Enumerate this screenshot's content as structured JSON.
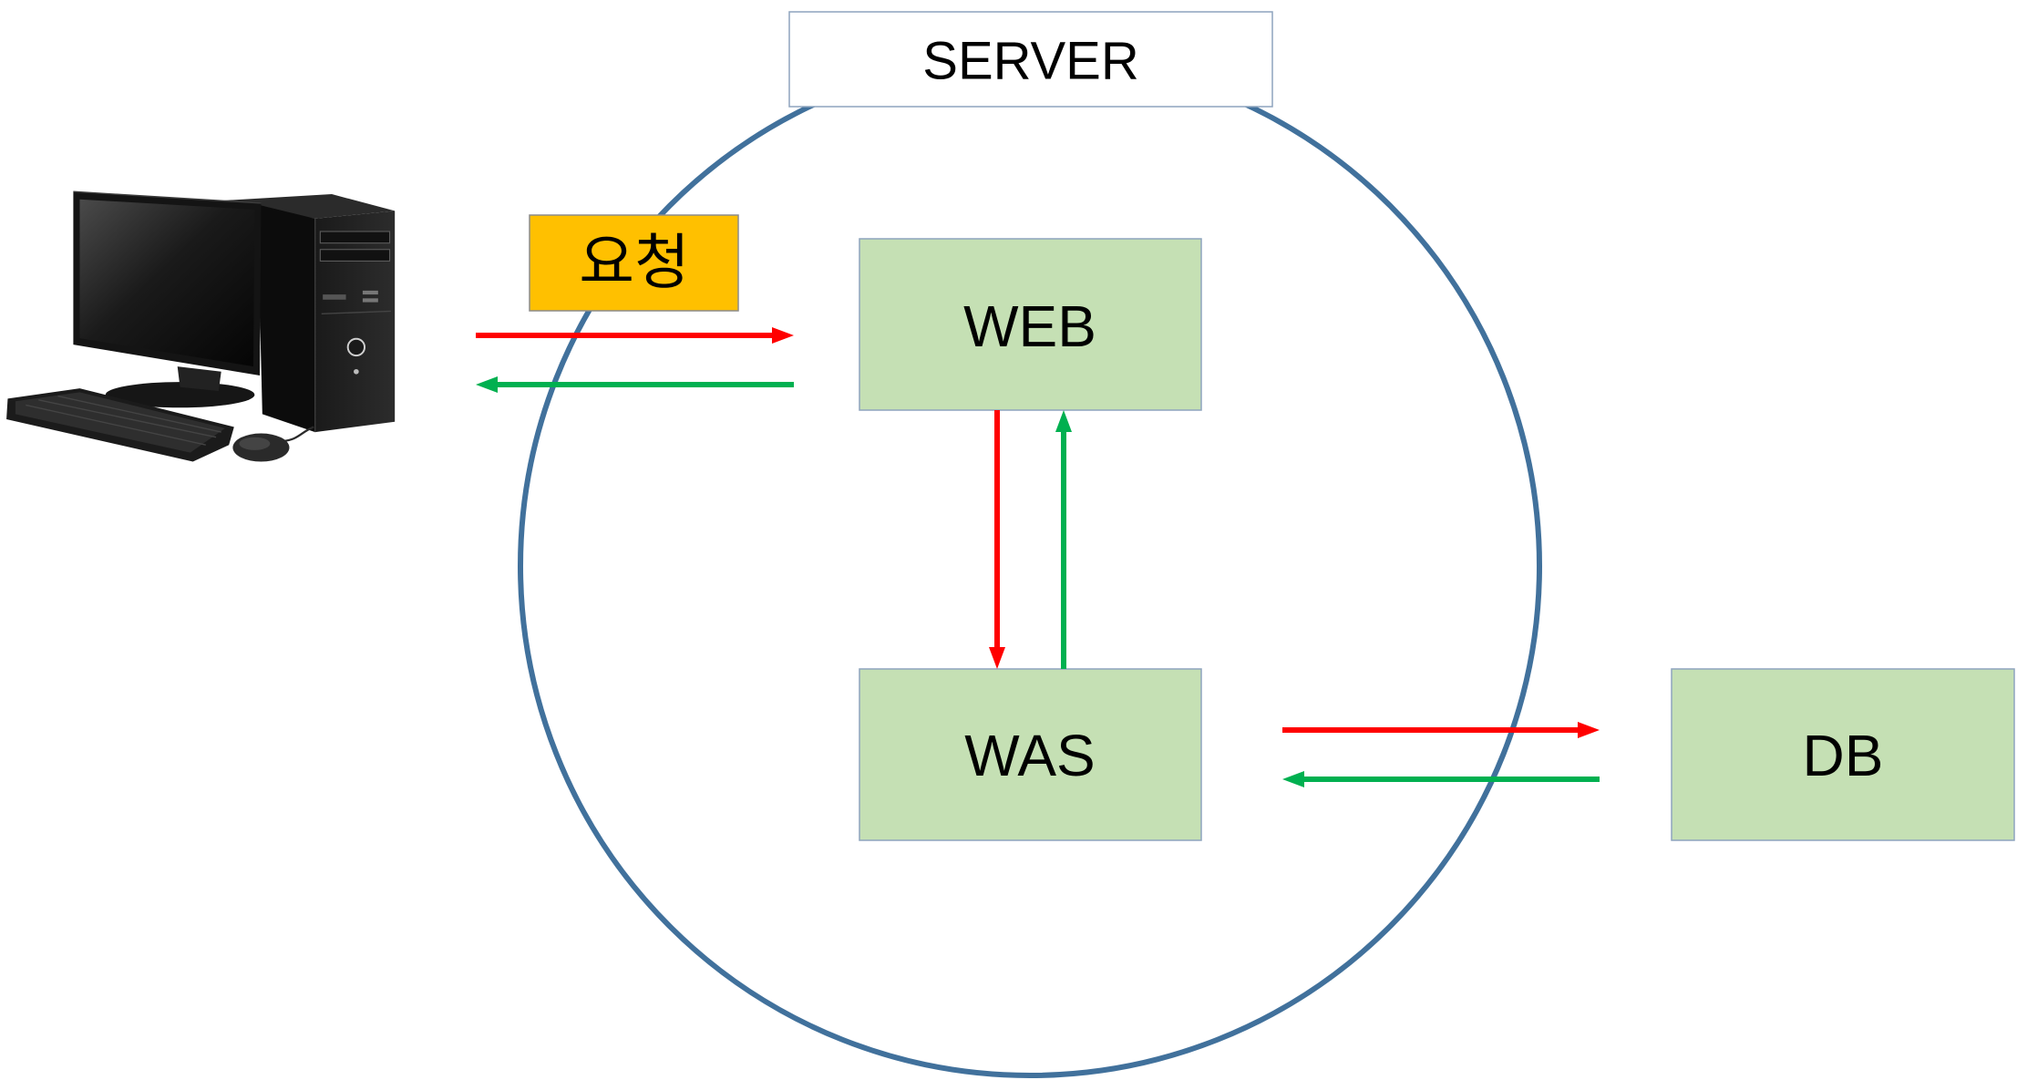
{
  "diagram": {
    "server_label": "SERVER",
    "request_label": "요청",
    "nodes": {
      "web": "WEB",
      "was": "WAS",
      "db": "DB"
    }
  },
  "icons": {
    "client": "desktop-computer-icon"
  },
  "colors": {
    "request_arrow": "#FF0000",
    "response_arrow": "#00B050",
    "server_circle": "#41719C",
    "node_fill": "#C5E0B4",
    "request_badge": "#FFC000"
  }
}
